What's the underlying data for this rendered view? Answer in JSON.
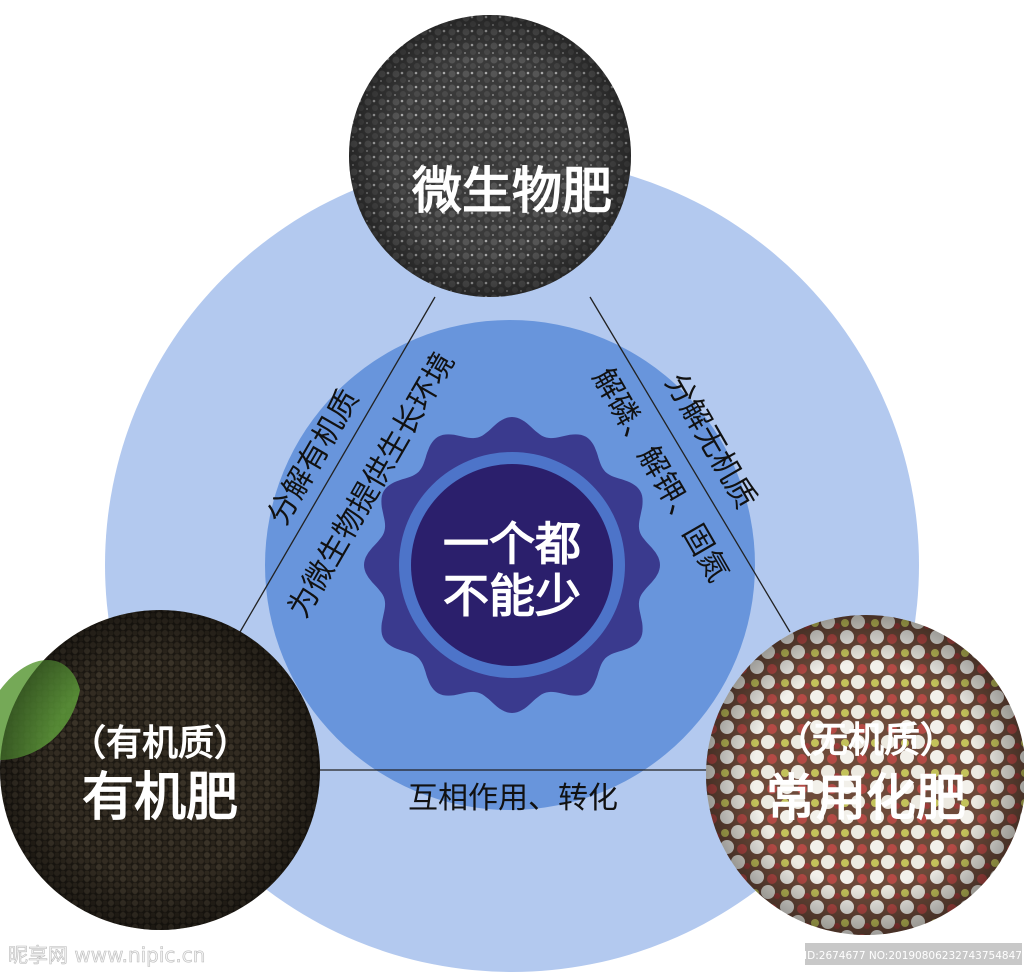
{
  "center_badge": {
    "line1": "一个都",
    "line2": "不能少"
  },
  "nodes": {
    "top": {
      "title": "微生物肥"
    },
    "left": {
      "subtitle": "（有机质）",
      "title": "有机肥"
    },
    "right": {
      "subtitle": "（无机质）",
      "title": "常用化肥"
    }
  },
  "edges": {
    "left_outer": "分解有机质",
    "left_inner": "为微生物提供生长环境",
    "right_outer": "分解无机质",
    "right_inner": "解磷、解钾、固氮",
    "bottom": "互相作用、转化"
  },
  "watermark": {
    "logo": "昵享网 www.nipic.cn",
    "id": "ID:2674677 NO:20190806232743754847"
  },
  "colors": {
    "outer_circle": "#b3c9ef",
    "inner_circle": "#6895dc",
    "badge_outer": "#3a3a8e",
    "badge_ring": "#4d74c9",
    "badge_inner": "#2b1f6c"
  }
}
